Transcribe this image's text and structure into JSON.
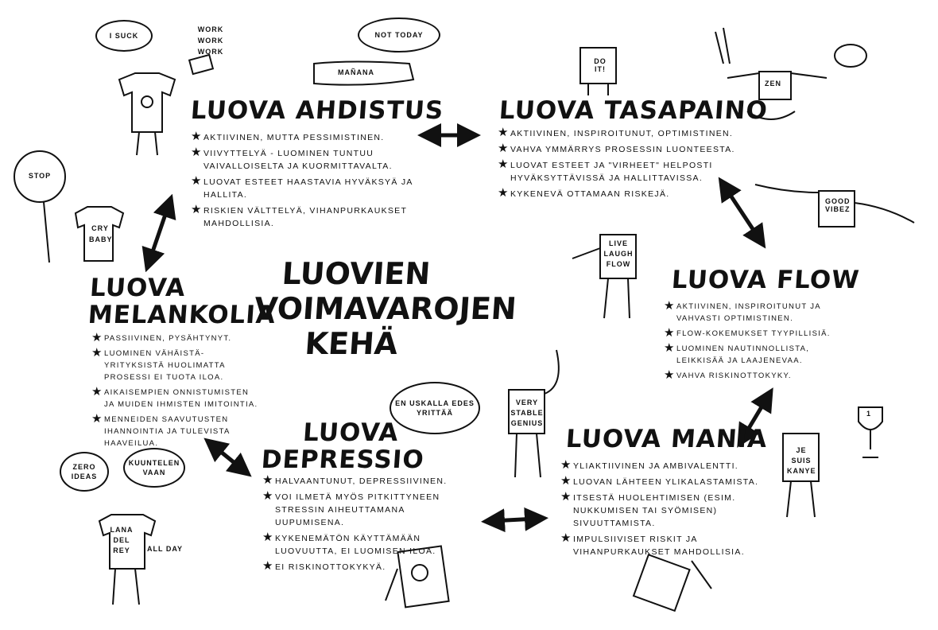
{
  "center_title": [
    "LUOVIEN",
    "VOIMAVAROJEN",
    "KEHÄ"
  ],
  "sections": {
    "ahdistus": {
      "title": "LUOVA AHDISTUS",
      "bullets": [
        "AKTIIVINEN, MUTTA PESSIMISTINEN.",
        "VIIVYTTELYÄ - LUOMINEN TUNTUU VAIVALLOISELTA JA KUORMITTAVALTA.",
        "LUOVAT ESTEET HAASTAVIA HYVÄKSYÄ JA HALLITA.",
        "RISKIEN VÄLTTELYÄ, VIHANPURKAUKSET MAHDOLLISIA."
      ]
    },
    "tasapaino": {
      "title": "LUOVA TASAPAINO",
      "bullets": [
        "AKTIIVINEN, INSPIROITUNUT, OPTIMISTINEN.",
        "VAHVA YMMÄRRYS PROSESSIN LUONTEESTA.",
        "LUOVAT ESTEET JA \"VIRHEET\" HELPOSTI HYVÄKSYTTÄVISSÄ JA HALLITTAVISSA.",
        "KYKENEVÄ OTTAMAAN RISKEJÄ."
      ]
    },
    "melankolia": {
      "title_line1": "LUOVA",
      "title_line2": "MELANKOLIA",
      "bullets": [
        "PASSIIVINEN, PYSÄHTYNYT.",
        "LUOMINEN VÄHÄISTÄ-YRITYKSISTÄ HUOLIMATTA PROSESSI EI TUOTA ILOA.",
        "AIKAISEMPIEN ONNISTUMISTEN JA MUIDEN IHMISTEN IMITOINTIA.",
        "MENNEIDEN SAAVUTUSTEN IHANNOINTIA JA TULEVISTA HAAVEILUA."
      ]
    },
    "flow": {
      "title": "LUOVA FLOW",
      "bullets": [
        "AKTIIVINEN, INSPIROITUNUT JA VAHVASTI OPTIMISTINEN.",
        "FLOW-KOKEMUKSET TYYPILLISIÄ.",
        "LUOMINEN NAUTINNOLLISTA, LEIKKISÄÄ JA LAAJENEVAA.",
        "VAHVA RISKINOTTOKYKY."
      ]
    },
    "depressio": {
      "title_line1": "LUOVA",
      "title_line2": "DEPRESSIO",
      "bullets": [
        "HALVAANTUNUT, DEPRESSIIVINEN.",
        "VOI ILMETÄ MYÖS PITKITTYNEEN STRESSIN AIHEUTTAMANA UUPUMISENA.",
        "KYKENEMÄTÖN KÄYTTÄMÄÄN LUOVUUTTA, EI LUOMISEN ILOA.",
        "EI RISKINOTTOKYKYÄ."
      ]
    },
    "mania": {
      "title": "LUOVA MANIA",
      "bullets": [
        "YLIAKTIIVINEN JA AMBIVALENTTI.",
        "LUOVAN LÄHTEEN YLIKALASTAMISTA.",
        "ITSESTÄ HUOLEHTIMISEN (ESIM. NUKKUMISEN TAI SYÖMISEN) SIVUUTTAMISTA.",
        "IMPULSIIVISET RISKIT JA VIHANPURKAUKSET MAHDOLLISIA."
      ]
    }
  },
  "doodles": {
    "i_suck": "I SUCK",
    "work": "WORK WORK WORK",
    "not_today": "NOT TODAY",
    "manana": "MAÑANA",
    "do_it": "DO IT!",
    "zen": "ZEN",
    "stop": "STOP",
    "cry_baby": "CRY BABY",
    "good_vibez": "GOOD VIBEZ",
    "live_laugh_flow": "LIVE LAUGH FLOW",
    "very_stable_genius": "VERY STABLE GENIUS",
    "en_uskalla": "EN USKALLA EDES YRITTÄÄ",
    "je_suis_kanye": "JE SUIS KANYE",
    "trophy": "1",
    "zero_ideas": "ZERO IDEAS",
    "kuuntelen": "KUUNTELEN VAAN",
    "lana": "LANA DEL REY",
    "all_day": "ALL DAY"
  }
}
